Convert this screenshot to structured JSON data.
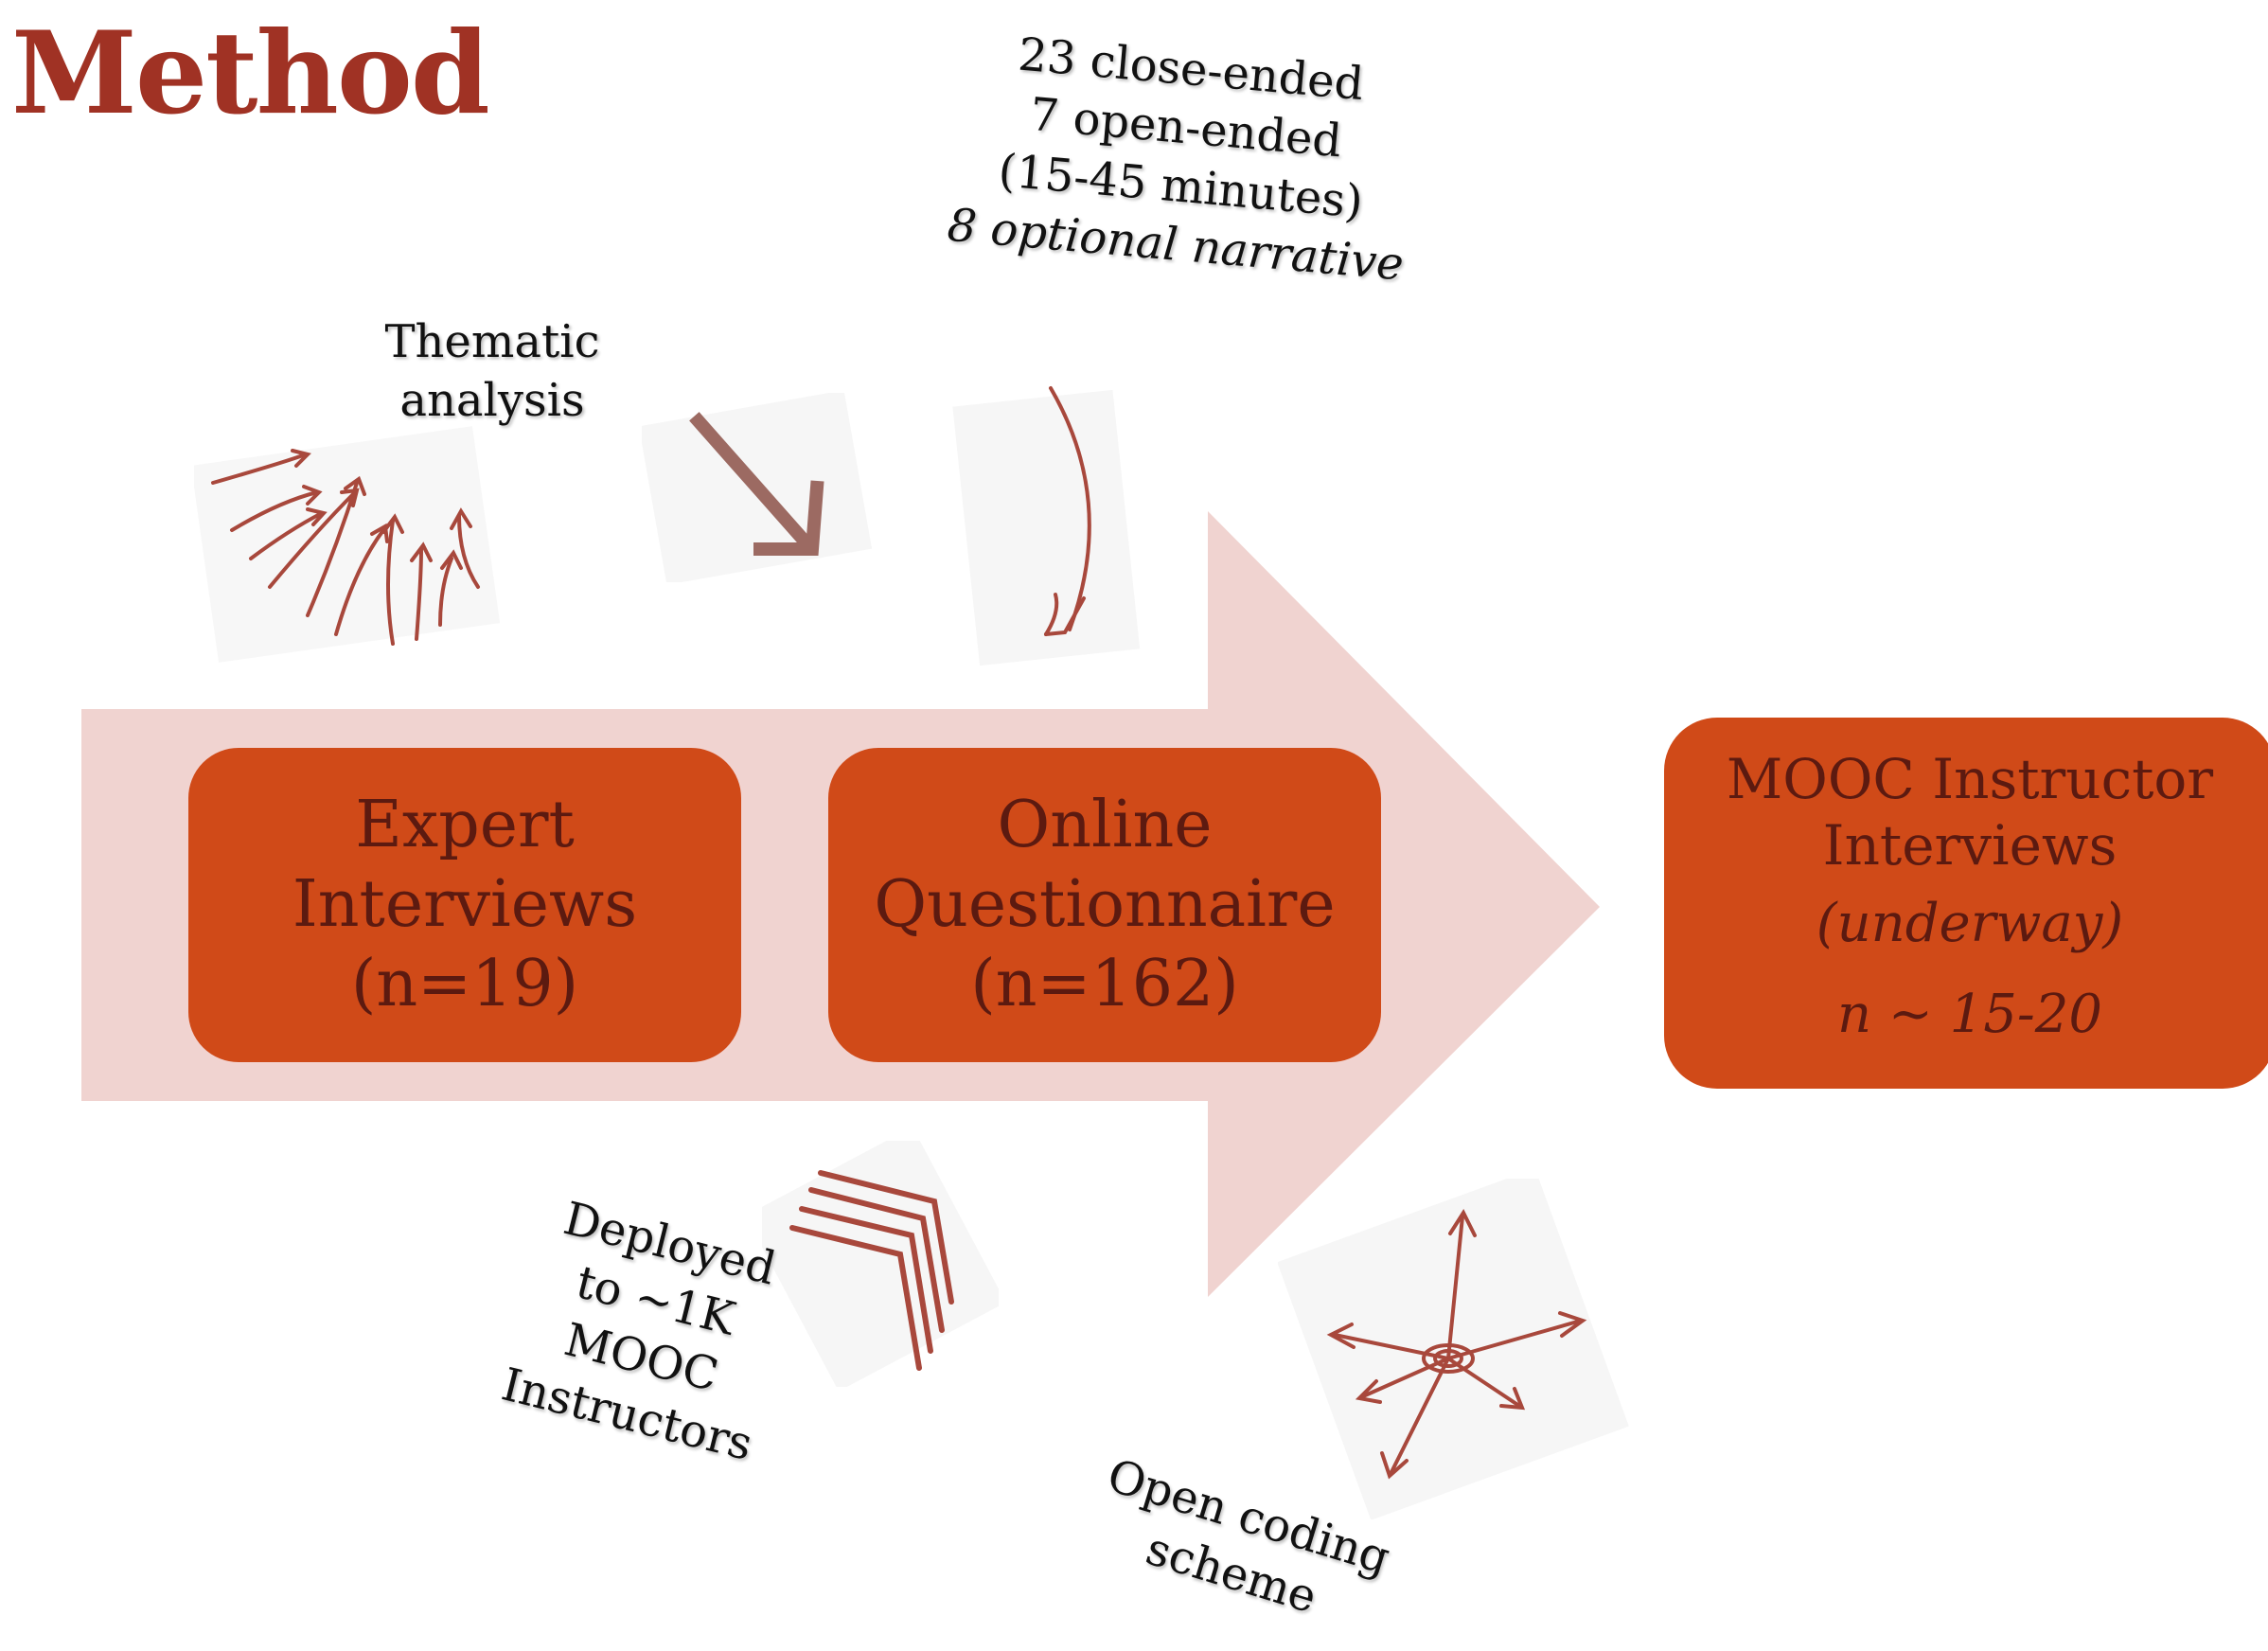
{
  "title": "Method",
  "stages": [
    {
      "lines": [
        "Expert",
        "Interviews",
        "(n=19)"
      ]
    },
    {
      "lines": [
        "Online",
        "Questionnaire",
        "(n=162)"
      ]
    }
  ],
  "final": {
    "lines": [
      "MOOC Instructor",
      "Interviews"
    ],
    "status": "(underway)",
    "n": "n ~ 15-20"
  },
  "annotations": {
    "thematic": [
      "Thematic",
      "analysis"
    ],
    "questionnaire": [
      "23 close-ended",
      "7 open-ended",
      "(15-45 minutes)",
      "8 optional narrative"
    ],
    "deployed": [
      "Deployed",
      "to ~1K",
      "MOOC",
      "Instructors"
    ],
    "coding": [
      "Open coding",
      "scheme"
    ]
  },
  "colors": {
    "title": "#a03224",
    "box_fill": "#d04a18",
    "box_text": "#5c1a10",
    "arrow_fill": "#f0d3d0",
    "sketch": "#a8483c"
  }
}
